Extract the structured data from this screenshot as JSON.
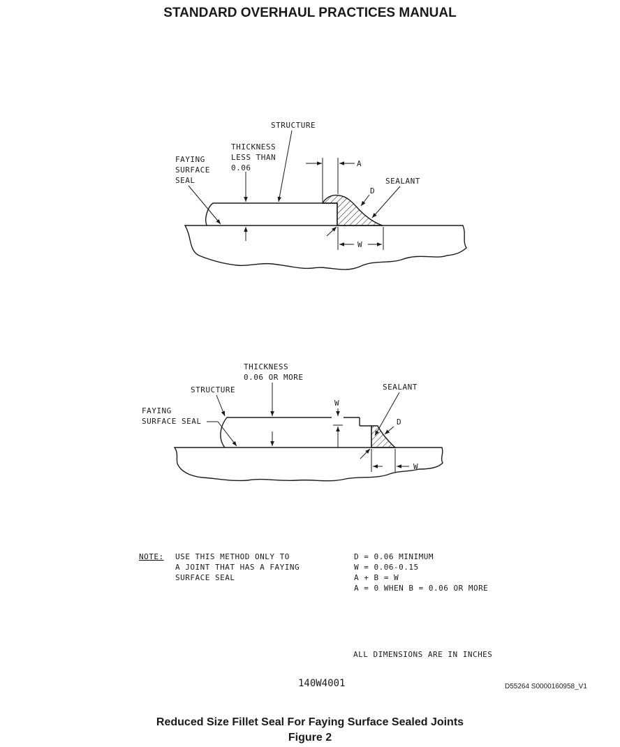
{
  "header": {
    "title": "STANDARD OVERHAUL PRACTICES MANUAL"
  },
  "diagram1": {
    "structure": "STRUCTURE",
    "thickness_lines": [
      "THICKNESS",
      "LESS THAN",
      "0.06"
    ],
    "faying_lines": [
      "FAYING",
      "SURFACE",
      "SEAL"
    ],
    "sealant": "SEALANT",
    "dim_a": "A",
    "dim_d": "D",
    "dim_w": "W"
  },
  "diagram2": {
    "thickness_lines": [
      "THICKNESS",
      "0.06 OR MORE"
    ],
    "structure": "STRUCTURE",
    "faying_lines": [
      "FAYING",
      "SURFACE SEAL"
    ],
    "sealant": "SEALANT",
    "dim_w_top": "W",
    "dim_d": "D",
    "dim_w": "W"
  },
  "notes": {
    "note_label": "NOTE:",
    "note_lines": [
      "USE THIS METHOD ONLY TO",
      "A JOINT THAT HAS A FAYING",
      "SURFACE SEAL"
    ],
    "spec_lines": [
      "D = 0.06 MINIMUM",
      "W = 0.06-0.15",
      "A + B = W",
      "A = 0 WHEN B = 0.06 OR MORE"
    ],
    "units": "ALL DIMENSIONS ARE IN INCHES"
  },
  "footer": {
    "figure_code": "140W4001",
    "ref_code": "D55264 S0000160958_V1",
    "caption": "Reduced Size Fillet Seal For Faying Surface Sealed Joints",
    "figure_label": "Figure 2"
  }
}
